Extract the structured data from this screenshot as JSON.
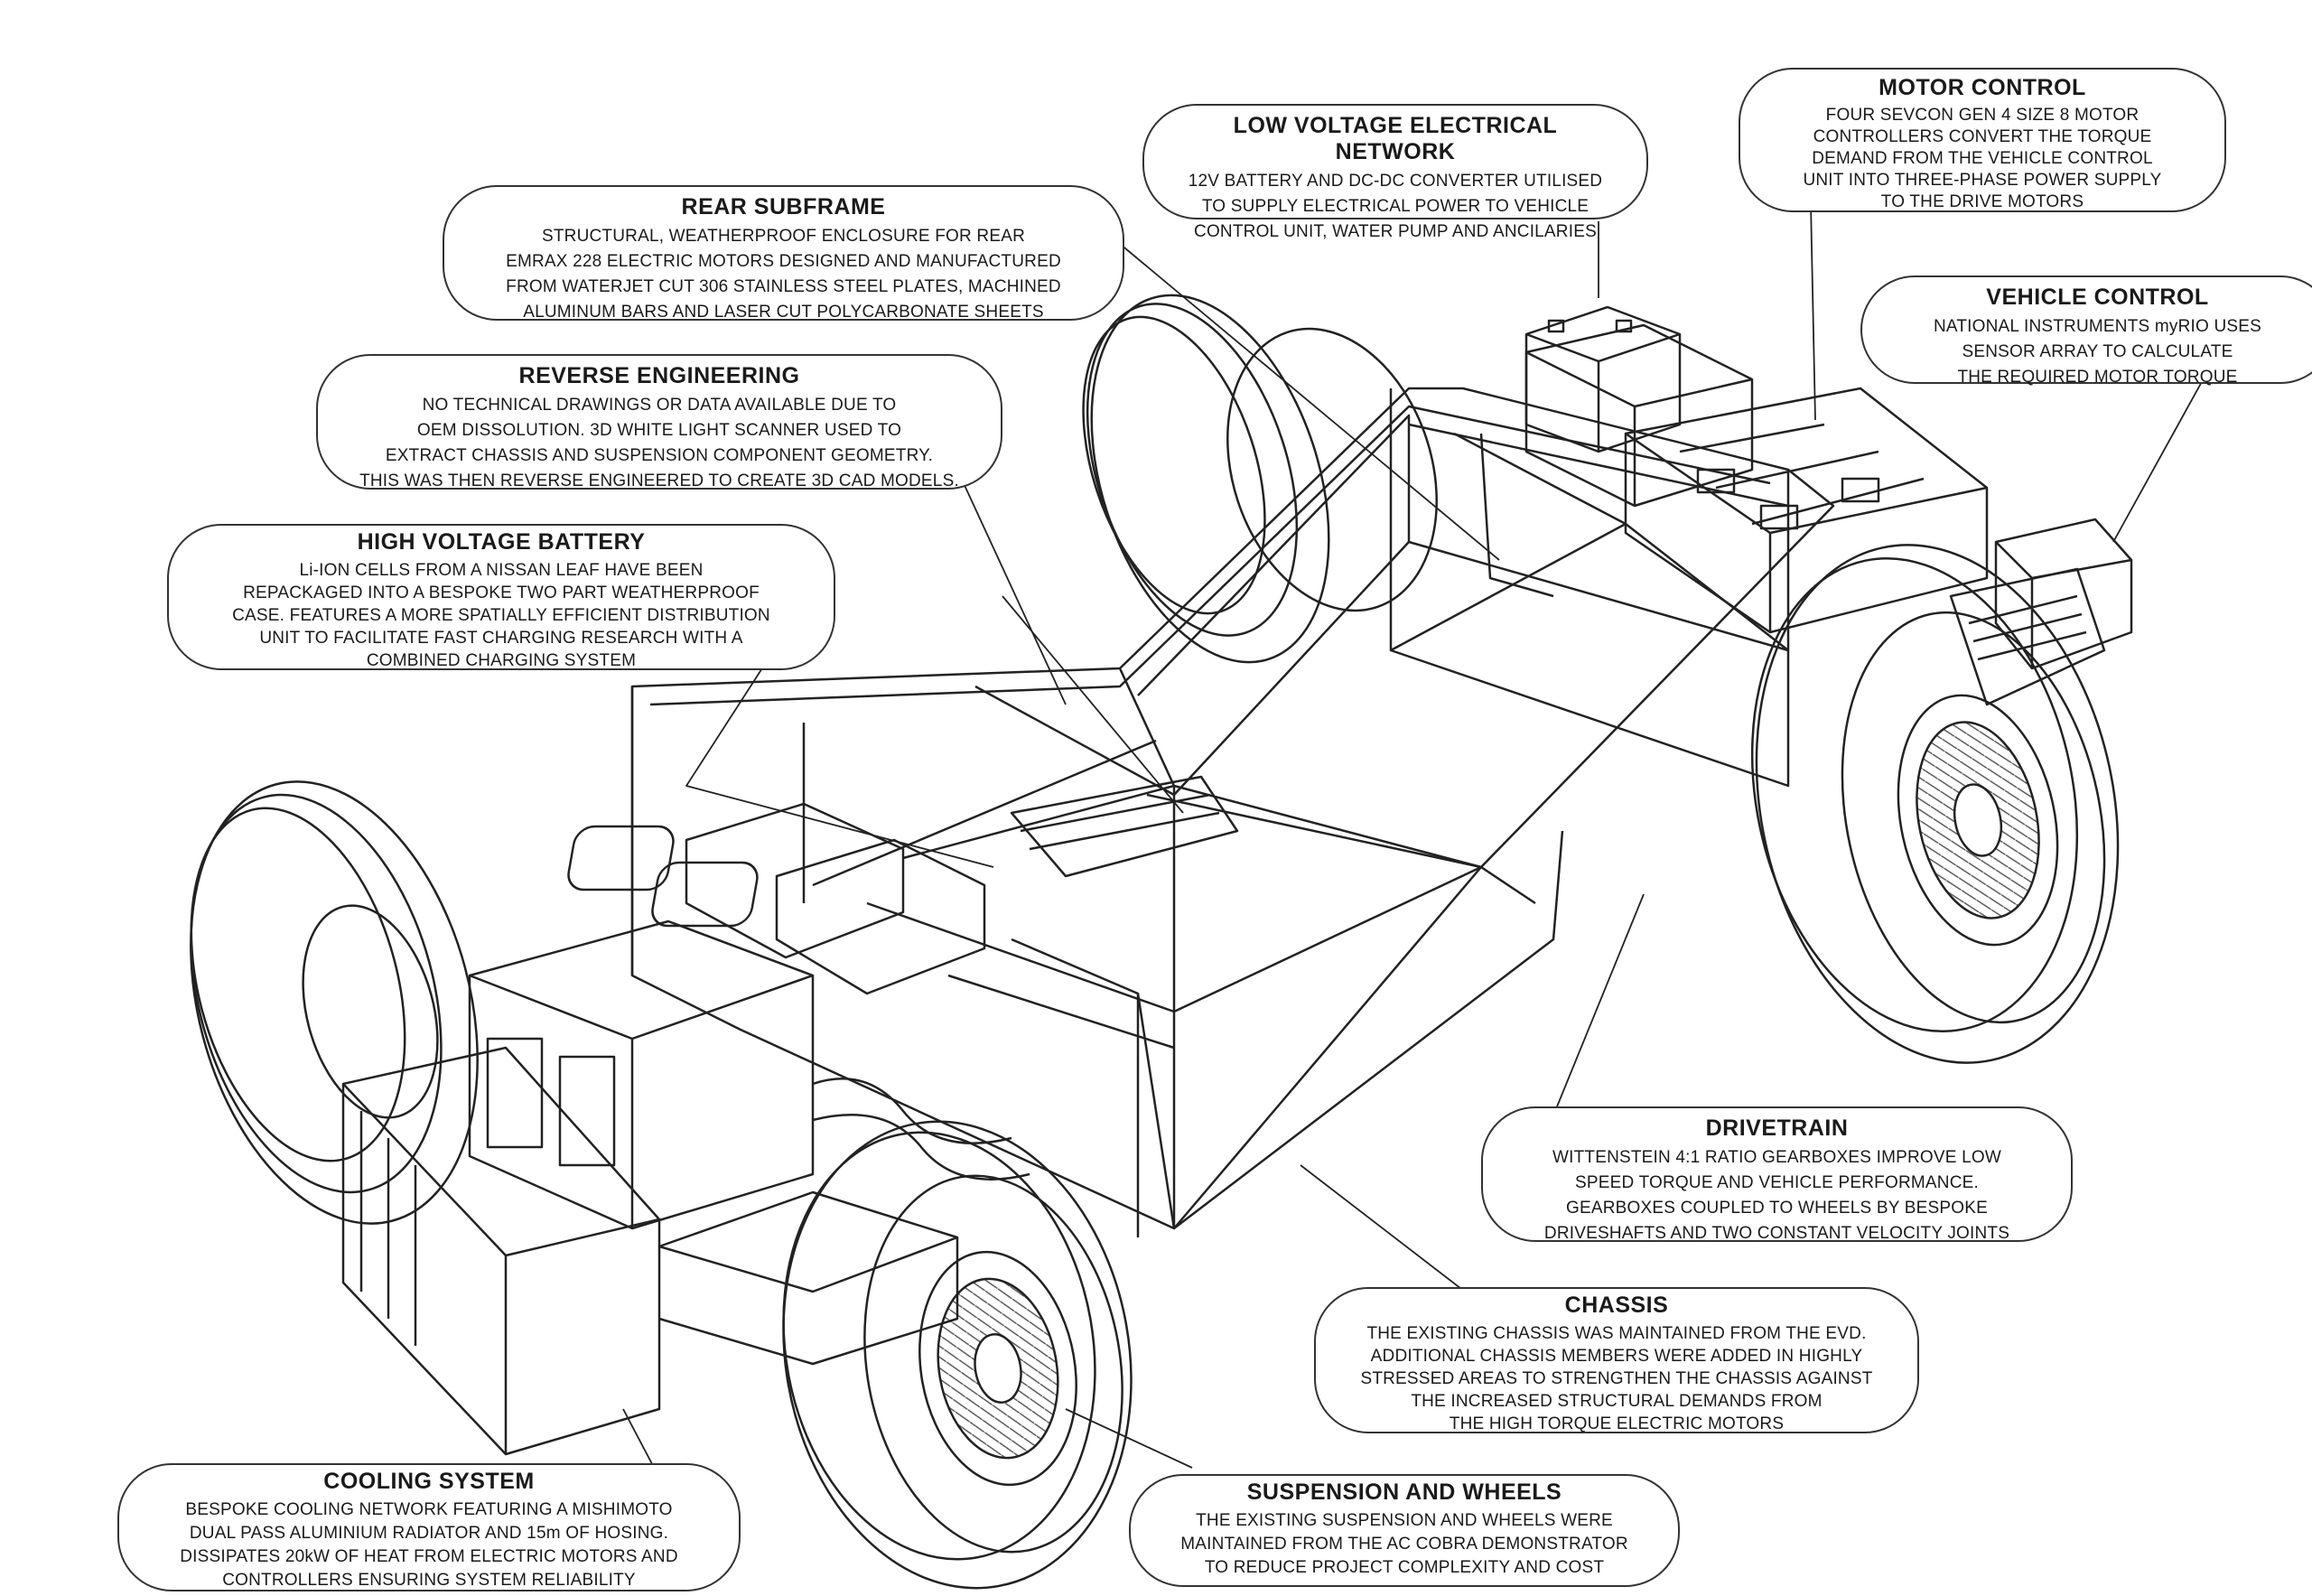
{
  "callouts": {
    "rear_subframe": {
      "title": "REAR SUBFRAME",
      "lines": [
        "STRUCTURAL, WEATHERPROOF ENCLOSURE FOR REAR",
        "EMRAX 228 ELECTRIC MOTORS DESIGNED AND MANUFACTURED",
        "FROM WATERJET CUT 306 STAINLESS STEEL PLATES, MACHINED",
        "ALUMINUM BARS AND LASER CUT POLYCARBONATE SHEETS"
      ]
    },
    "low_voltage": {
      "title": "LOW VOLTAGE ELECTRICAL NETWORK",
      "lines": [
        "12V BATTERY AND DC-DC CONVERTER UTILISED",
        "TO SUPPLY ELECTRICAL POWER TO VEHICLE",
        "CONTROL UNIT, WATER PUMP AND ANCILARIES"
      ]
    },
    "motor_control": {
      "title": "MOTOR CONTROL",
      "lines": [
        "FOUR SEVCON GEN 4 SIZE 8 MOTOR",
        "CONTROLLERS CONVERT THE TORQUE",
        "DEMAND FROM THE VEHICLE CONTROL",
        "UNIT INTO THREE-PHASE POWER SUPPLY",
        "TO THE DRIVE MOTORS"
      ]
    },
    "vehicle_control": {
      "title": "VEHICLE CONTROL",
      "lines": [
        "NATIONAL INSTRUMENTS myRIO USES",
        "SENSOR ARRAY TO CALCULATE",
        "THE REQUIRED MOTOR TORQUE"
      ]
    },
    "reverse_engineering": {
      "title": "REVERSE ENGINEERING",
      "lines": [
        "NO TECHNICAL DRAWINGS OR DATA AVAILABLE DUE TO",
        "OEM DISSOLUTION. 3D WHITE LIGHT SCANNER USED TO",
        "EXTRACT CHASSIS AND SUSPENSION COMPONENT GEOMETRY.",
        "THIS WAS THEN REVERSE ENGINEERED TO CREATE 3D CAD MODELS."
      ]
    },
    "high_voltage_battery": {
      "title": "HIGH VOLTAGE BATTERY",
      "lines": [
        "Li-ION CELLS FROM A NISSAN LEAF HAVE BEEN",
        "REPACKAGED INTO A BESPOKE TWO PART WEATHERPROOF",
        "CASE. FEATURES A MORE SPATIALLY EFFICIENT DISTRIBUTION",
        "UNIT TO FACILITATE FAST CHARGING RESEARCH WITH A",
        "COMBINED CHARGING SYSTEM"
      ]
    },
    "drivetrain": {
      "title": "DRIVETRAIN",
      "lines": [
        "WITTENSTEIN 4:1 RATIO GEARBOXES IMPROVE LOW",
        "SPEED TORQUE AND VEHICLE PERFORMANCE.",
        "GEARBOXES COUPLED TO WHEELS BY BESPOKE",
        "DRIVESHAFTS AND TWO CONSTANT VELOCITY JOINTS"
      ]
    },
    "chassis": {
      "title": "CHASSIS",
      "lines": [
        "THE EXISTING CHASSIS WAS MAINTAINED FROM THE EVD.",
        "ADDITIONAL CHASSIS MEMBERS WERE  ADDED IN HIGHLY",
        "STRESSED AREAS TO  STRENGTHEN THE CHASSIS AGAINST",
        "THE INCREASED STRUCTURAL DEMANDS FROM",
        "THE HIGH TORQUE ELECTRIC MOTORS"
      ]
    },
    "cooling_system": {
      "title": "COOLING SYSTEM",
      "lines": [
        "BESPOKE COOLING NETWORK FEATURING A MISHIMOTO",
        "DUAL PASS ALUMINIUM RADIATOR AND 15m OF HOSING.",
        "DISSIPATES 20kW OF HEAT FROM ELECTRIC MOTORS  AND",
        "CONTROLLERS ENSURING SYSTEM RELIABILITY"
      ]
    },
    "suspension_wheels": {
      "title": "SUSPENSION AND WHEELS",
      "lines": [
        "THE EXISTING SUSPENSION AND WHEELS WERE",
        "MAINTAINED FROM THE AC COBRA DEMONSTRATOR",
        "TO REDUCE PROJECT COMPLEXITY AND COST"
      ]
    }
  }
}
